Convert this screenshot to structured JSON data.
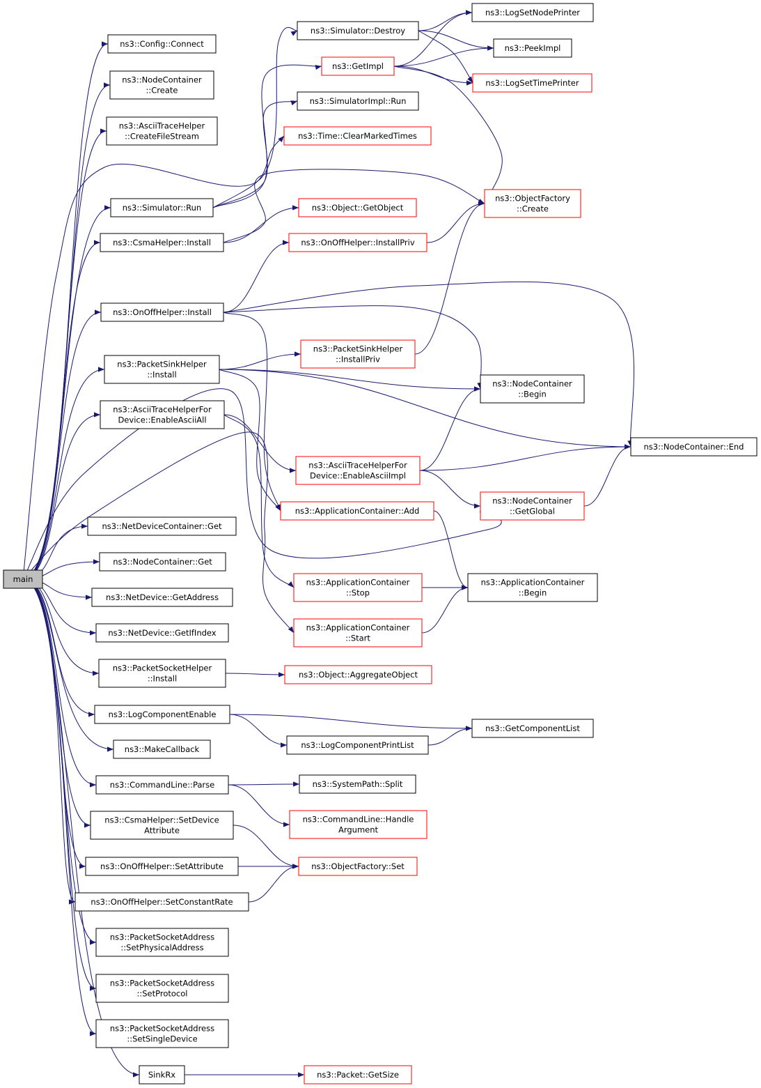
{
  "colors": {
    "edge": "#191970",
    "border_black": "#000000",
    "border_red": "#ff0000",
    "main_fill": "#bfbfbf",
    "node_fill": "#ffffff"
  },
  "nodes": {
    "main": {
      "lines": [
        "main"
      ],
      "border": "black",
      "fill": "gray"
    },
    "config_connect": {
      "lines": [
        "ns3::Config::Connect"
      ],
      "border": "black"
    },
    "nodecontainer_create": {
      "lines": [
        "ns3::NodeContainer",
        "::Create"
      ],
      "border": "black"
    },
    "ascii_createfilestream": {
      "lines": [
        "ns3::AsciiTraceHelper",
        "::CreateFileStream"
      ],
      "border": "black"
    },
    "simulator_run": {
      "lines": [
        "ns3::Simulator::Run"
      ],
      "border": "black"
    },
    "csma_install": {
      "lines": [
        "ns3::CsmaHelper::Install"
      ],
      "border": "black"
    },
    "onoff_install": {
      "lines": [
        "ns3::OnOffHelper::Install"
      ],
      "border": "black"
    },
    "packetsink_install": {
      "lines": [
        "ns3::PacketSinkHelper",
        "::Install"
      ],
      "border": "black"
    },
    "ascii_enableall": {
      "lines": [
        "ns3::AsciiTraceHelperFor",
        "Device::EnableAsciiAll"
      ],
      "border": "black"
    },
    "netdevcontainer_get": {
      "lines": [
        "ns3::NetDeviceContainer::Get"
      ],
      "border": "black"
    },
    "nodecontainer_get": {
      "lines": [
        "ns3::NodeContainer::Get"
      ],
      "border": "black"
    },
    "netdevice_getaddress": {
      "lines": [
        "ns3::NetDevice::GetAddress"
      ],
      "border": "black"
    },
    "netdevice_getifindex": {
      "lines": [
        "ns3::NetDevice::GetIfIndex"
      ],
      "border": "black"
    },
    "packetsocket_install": {
      "lines": [
        "ns3::PacketSocketHelper",
        "::Install"
      ],
      "border": "black"
    },
    "logcomponentenable": {
      "lines": [
        "ns3::LogComponentEnable"
      ],
      "border": "black"
    },
    "makecallback": {
      "lines": [
        "ns3::MakeCallback"
      ],
      "border": "black"
    },
    "commandline_parse": {
      "lines": [
        "ns3::CommandLine::Parse"
      ],
      "border": "black"
    },
    "csma_setdeviceattr": {
      "lines": [
        "ns3::CsmaHelper::SetDevice",
        "Attribute"
      ],
      "border": "black"
    },
    "onoff_setattribute": {
      "lines": [
        "ns3::OnOffHelper::SetAttribute"
      ],
      "border": "black"
    },
    "onoff_setconstantrate": {
      "lines": [
        "ns3::OnOffHelper::SetConstantRate"
      ],
      "border": "black"
    },
    "psa_setphysical": {
      "lines": [
        "ns3::PacketSocketAddress",
        "::SetPhysicalAddress"
      ],
      "border": "black"
    },
    "psa_setprotocol": {
      "lines": [
        "ns3::PacketSocketAddress",
        "::SetProtocol"
      ],
      "border": "black"
    },
    "psa_setsingledevice": {
      "lines": [
        "ns3::PacketSocketAddress",
        "::SetSingleDevice"
      ],
      "border": "black"
    },
    "sinkrx": {
      "lines": [
        "SinkRx"
      ],
      "border": "black"
    },
    "simulator_destroy": {
      "lines": [
        "ns3::Simulator::Destroy"
      ],
      "border": "black"
    },
    "getimpl": {
      "lines": [
        "ns3::GetImpl"
      ],
      "border": "red"
    },
    "simulatorimpl_run": {
      "lines": [
        "ns3::SimulatorImpl::Run"
      ],
      "border": "black"
    },
    "time_clearmarked": {
      "lines": [
        "ns3::Time::ClearMarkedTimes"
      ],
      "border": "red"
    },
    "object_getobject": {
      "lines": [
        "ns3::Object::GetObject"
      ],
      "border": "red"
    },
    "onoff_installpriv": {
      "lines": [
        "ns3::OnOffHelper::InstallPriv"
      ],
      "border": "red"
    },
    "packetsink_installpriv": {
      "lines": [
        "ns3::PacketSinkHelper",
        "::InstallPriv"
      ],
      "border": "red"
    },
    "ascii_enableimpl": {
      "lines": [
        "ns3::AsciiTraceHelperFor",
        "Device::EnableAsciiImpl"
      ],
      "border": "red"
    },
    "appcontainer_add": {
      "lines": [
        "ns3::ApplicationContainer::Add"
      ],
      "border": "red"
    },
    "appcontainer_stop": {
      "lines": [
        "ns3::ApplicationContainer",
        "::Stop"
      ],
      "border": "red"
    },
    "appcontainer_start": {
      "lines": [
        "ns3::ApplicationContainer",
        "::Start"
      ],
      "border": "red"
    },
    "object_aggregate": {
      "lines": [
        "ns3::Object::AggregateObject"
      ],
      "border": "red"
    },
    "logcomponentprintlist": {
      "lines": [
        "ns3::LogComponentPrintList"
      ],
      "border": "black"
    },
    "systempath_split": {
      "lines": [
        "ns3::SystemPath::Split"
      ],
      "border": "black"
    },
    "commandline_handlearg": {
      "lines": [
        "ns3::CommandLine::Handle",
        "Argument"
      ],
      "border": "red"
    },
    "objectfactory_set": {
      "lines": [
        "ns3::ObjectFactory::Set"
      ],
      "border": "red"
    },
    "packet_getsize": {
      "lines": [
        "ns3::Packet::GetSize"
      ],
      "border": "red"
    },
    "logsetnodeprinter": {
      "lines": [
        "ns3::LogSetNodePrinter"
      ],
      "border": "black"
    },
    "peekimpl": {
      "lines": [
        "ns3::PeekImpl"
      ],
      "border": "black"
    },
    "logsettimeprinter": {
      "lines": [
        "ns3::LogSetTimePrinter"
      ],
      "border": "red"
    },
    "objectfactory_create": {
      "lines": [
        "ns3::ObjectFactory",
        "::Create"
      ],
      "border": "red"
    },
    "nodecontainer_begin": {
      "lines": [
        "ns3::NodeContainer",
        "::Begin"
      ],
      "border": "black"
    },
    "nodecontainer_end": {
      "lines": [
        "ns3::NodeContainer::End"
      ],
      "border": "black"
    },
    "nodecontainer_getglobal": {
      "lines": [
        "ns3::NodeContainer",
        "::GetGlobal"
      ],
      "border": "red"
    },
    "appcontainer_begin": {
      "lines": [
        "ns3::ApplicationContainer",
        "::Begin"
      ],
      "border": "black"
    },
    "getcomponentlist": {
      "lines": [
        "ns3::GetComponentList"
      ],
      "border": "black"
    }
  },
  "edges": [
    [
      "main",
      "config_connect"
    ],
    [
      "main",
      "nodecontainer_create"
    ],
    [
      "main",
      "ascii_createfilestream"
    ],
    [
      "main",
      "simulator_destroy"
    ],
    [
      "main",
      "simulator_run"
    ],
    [
      "main",
      "csma_install"
    ],
    [
      "main",
      "onoff_install"
    ],
    [
      "main",
      "packetsink_install"
    ],
    [
      "main",
      "ascii_enableall"
    ],
    [
      "main",
      "nodecontainer_getglobal"
    ],
    [
      "main",
      "appcontainer_start"
    ],
    [
      "main",
      "netdevcontainer_get"
    ],
    [
      "main",
      "nodecontainer_get"
    ],
    [
      "main",
      "netdevice_getaddress"
    ],
    [
      "main",
      "netdevice_getifindex"
    ],
    [
      "main",
      "packetsocket_install"
    ],
    [
      "main",
      "logcomponentenable"
    ],
    [
      "main",
      "makecallback"
    ],
    [
      "main",
      "commandline_parse"
    ],
    [
      "main",
      "csma_setdeviceattr"
    ],
    [
      "main",
      "onoff_setattribute"
    ],
    [
      "main",
      "onoff_setconstantrate"
    ],
    [
      "main",
      "psa_setphysical"
    ],
    [
      "main",
      "psa_setprotocol"
    ],
    [
      "main",
      "psa_setsingledevice"
    ],
    [
      "main",
      "sinkrx"
    ],
    [
      "simulator_run",
      "getimpl"
    ],
    [
      "simulator_run",
      "simulatorimpl_run"
    ],
    [
      "simulator_run",
      "time_clearmarked"
    ],
    [
      "simulator_destroy",
      "logsetnodeprinter"
    ],
    [
      "simulator_destroy",
      "peekimpl"
    ],
    [
      "simulator_destroy",
      "logsettimeprinter"
    ],
    [
      "getimpl",
      "logsetnodeprinter"
    ],
    [
      "getimpl",
      "peekimpl"
    ],
    [
      "getimpl",
      "logsettimeprinter"
    ],
    [
      "getimpl",
      "objectfactory_create"
    ],
    [
      "csma_install",
      "objectfactory_create"
    ],
    [
      "csma_install",
      "object_getobject"
    ],
    [
      "onoff_install",
      "onoff_installpriv"
    ],
    [
      "onoff_install",
      "nodecontainer_begin"
    ],
    [
      "onoff_install",
      "nodecontainer_end"
    ],
    [
      "onoff_install",
      "appcontainer_add"
    ],
    [
      "onoff_installpriv",
      "objectfactory_create"
    ],
    [
      "packetsink_install",
      "packetsink_installpriv"
    ],
    [
      "packetsink_install",
      "nodecontainer_begin"
    ],
    [
      "packetsink_install",
      "nodecontainer_end"
    ],
    [
      "packetsink_install",
      "appcontainer_add"
    ],
    [
      "packetsink_installpriv",
      "objectfactory_create"
    ],
    [
      "ascii_enableall",
      "ascii_enableimpl"
    ],
    [
      "ascii_enableall",
      "appcontainer_stop"
    ],
    [
      "ascii_enableimpl",
      "nodecontainer_begin"
    ],
    [
      "ascii_enableimpl",
      "nodecontainer_end"
    ],
    [
      "ascii_enableimpl",
      "nodecontainer_getglobal"
    ],
    [
      "nodecontainer_getglobal",
      "nodecontainer_end"
    ],
    [
      "appcontainer_add",
      "appcontainer_begin"
    ],
    [
      "appcontainer_stop",
      "appcontainer_begin"
    ],
    [
      "appcontainer_start",
      "appcontainer_begin"
    ],
    [
      "packetsocket_install",
      "object_aggregate"
    ],
    [
      "logcomponentenable",
      "getcomponentlist"
    ],
    [
      "logcomponentenable",
      "logcomponentprintlist"
    ],
    [
      "logcomponentprintlist",
      "getcomponentlist"
    ],
    [
      "commandline_parse",
      "systempath_split"
    ],
    [
      "commandline_parse",
      "commandline_handlearg"
    ],
    [
      "csma_setdeviceattr",
      "objectfactory_set"
    ],
    [
      "onoff_setattribute",
      "objectfactory_set"
    ],
    [
      "onoff_setconstantrate",
      "objectfactory_set"
    ],
    [
      "sinkrx",
      "packet_getsize"
    ]
  ]
}
